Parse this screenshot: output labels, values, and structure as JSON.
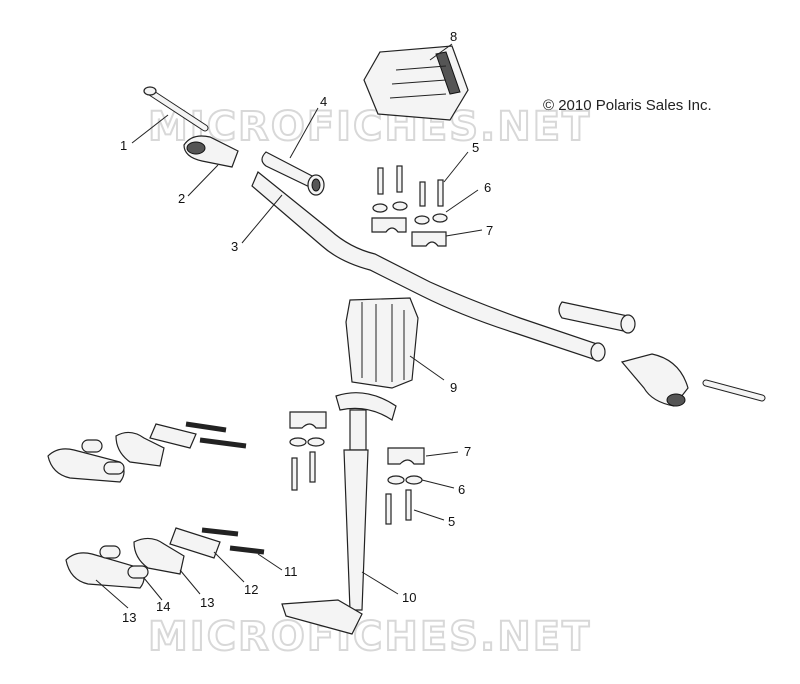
{
  "copyright": "© 2010 Polaris Sales Inc.",
  "watermark": "MICROFICHES.NET",
  "callouts": {
    "c1": "1",
    "c2": "2",
    "c3": "3",
    "c4": "4",
    "c5a": "5",
    "c6a": "6",
    "c7a": "7",
    "c8": "8",
    "c9": "9",
    "c7b": "7",
    "c6b": "6",
    "c5b": "5",
    "c10": "10",
    "c11": "11",
    "c12": "12",
    "c13a": "13",
    "c14": "14",
    "c13b": "13"
  }
}
